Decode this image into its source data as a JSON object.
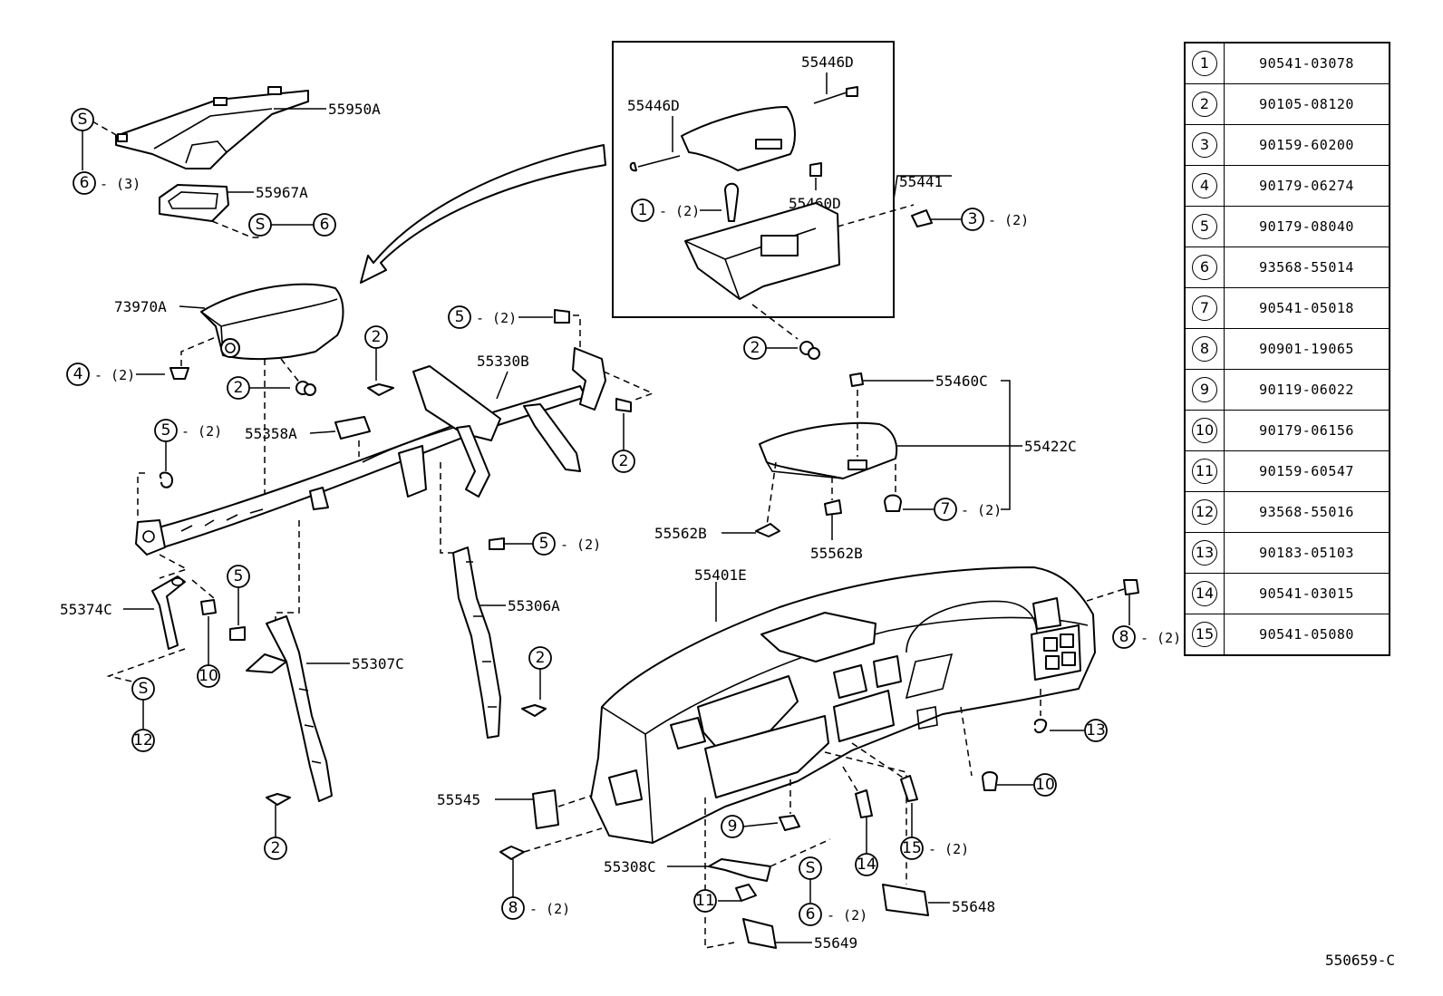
{
  "labels": {
    "p55950A": "55950A",
    "p55967A": "55967A",
    "p73970A": "73970A",
    "p55330B": "55330B",
    "p55358A": "55358A",
    "p55374C": "55374C",
    "p55307C": "55307C",
    "p55306A": "55306A",
    "p55446D_top": "55446D",
    "p55446D_left": "55446D",
    "p55460D": "55460D",
    "p55441": "55441",
    "p55460C": "55460C",
    "p55422C": "55422C",
    "p55562B_a": "55562B",
    "p55562B_b": "55562B",
    "p55401E": "55401E",
    "p55545": "55545",
    "p55308C": "55308C",
    "p55649": "55649",
    "p55648": "55648"
  },
  "callouts": {
    "c1": "1",
    "c2a": "2",
    "c2b": "2",
    "c2c": "2",
    "c2d": "2",
    "c2e": "2",
    "c2f": "2",
    "c2g": "2",
    "c3": "3",
    "c4": "4",
    "c5a": "5",
    "c5b": "5",
    "c5c": "5",
    "c5d": "5",
    "c6a": "6",
    "c6b": "6",
    "c6c": "6",
    "c7": "7",
    "c8a": "8",
    "c8b": "8",
    "c9": "9",
    "c10a": "10",
    "c10b": "10",
    "c11": "11",
    "c12": "12",
    "c13": "13",
    "c14": "14",
    "c15": "15",
    "sA": "S",
    "sB": "S",
    "sC": "S",
    "sD": "S"
  },
  "qty": {
    "q3": "- (3)",
    "q2": "- (2)"
  },
  "ref_table": [
    {
      "index": "1",
      "part": "90541-03078"
    },
    {
      "index": "2",
      "part": "90105-08120"
    },
    {
      "index": "3",
      "part": "90159-60200"
    },
    {
      "index": "4",
      "part": "90179-06274"
    },
    {
      "index": "5",
      "part": "90179-08040"
    },
    {
      "index": "6",
      "part": "93568-55014"
    },
    {
      "index": "7",
      "part": "90541-05018"
    },
    {
      "index": "8",
      "part": "90901-19065"
    },
    {
      "index": "9",
      "part": "90119-06022"
    },
    {
      "index": "10",
      "part": "90179-06156"
    },
    {
      "index": "11",
      "part": "90159-60547"
    },
    {
      "index": "12",
      "part": "93568-55016"
    },
    {
      "index": "13",
      "part": "90183-05103"
    },
    {
      "index": "14",
      "part": "90541-03015"
    },
    {
      "index": "15",
      "part": "90541-05080"
    }
  ],
  "diagram_code": "550659-C"
}
